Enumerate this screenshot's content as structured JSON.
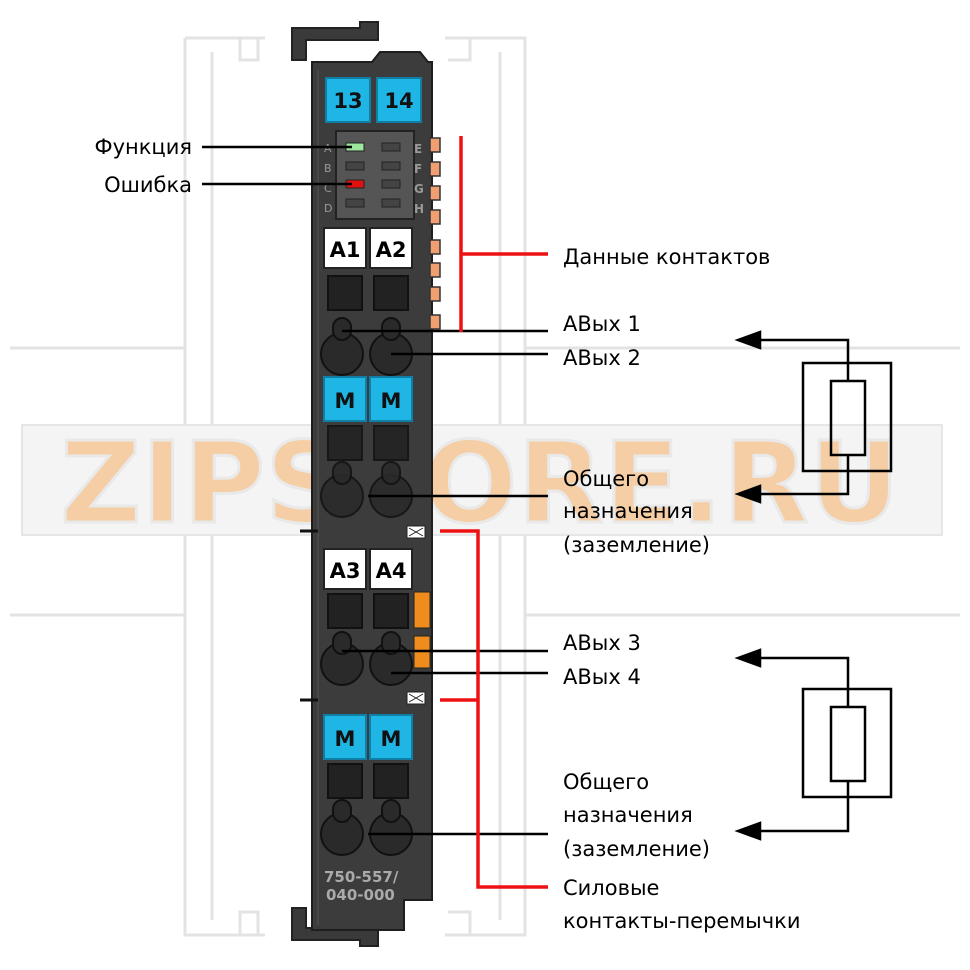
{
  "module": {
    "part_number_line1": "750-557/",
    "part_number_line2": "040-000",
    "top_markers": [
      "13",
      "14"
    ],
    "led_letters_left": [
      "A",
      "B",
      "C",
      "D"
    ],
    "led_letters_right": [
      "E",
      "F",
      "G",
      "H"
    ],
    "terminal_group_1": {
      "labels": [
        "A1",
        "A2"
      ],
      "common": [
        "M",
        "M"
      ]
    },
    "terminal_group_2": {
      "labels": [
        "A3",
        "A4"
      ],
      "common": [
        "M",
        "M"
      ]
    }
  },
  "callouts": {
    "function": "Функция",
    "error": "Ошибка",
    "data_contacts": "Данные контактов",
    "aout1": "АВых 1",
    "aout2": "АВых 2",
    "common1": [
      "Общего",
      "назначения",
      "(заземление)"
    ],
    "aout3": "АВых 3",
    "aout4": "АВых 4",
    "common2": [
      "Общего",
      "назначения",
      "(заземление)"
    ],
    "power_jumper": [
      "Силовые",
      "контакты-перемычки"
    ]
  },
  "watermark": "ZIPSTORE.RU",
  "colors": {
    "body": "#3c3c3c",
    "marker_blue": "#1fb6e6",
    "led_green": "#9ee89e",
    "led_red": "#e01010",
    "callout_red": "#ee1111",
    "contact_orange": "#f0a070",
    "jumper_orange": "#f08c1e",
    "watermark_orange": "#f6c898"
  }
}
